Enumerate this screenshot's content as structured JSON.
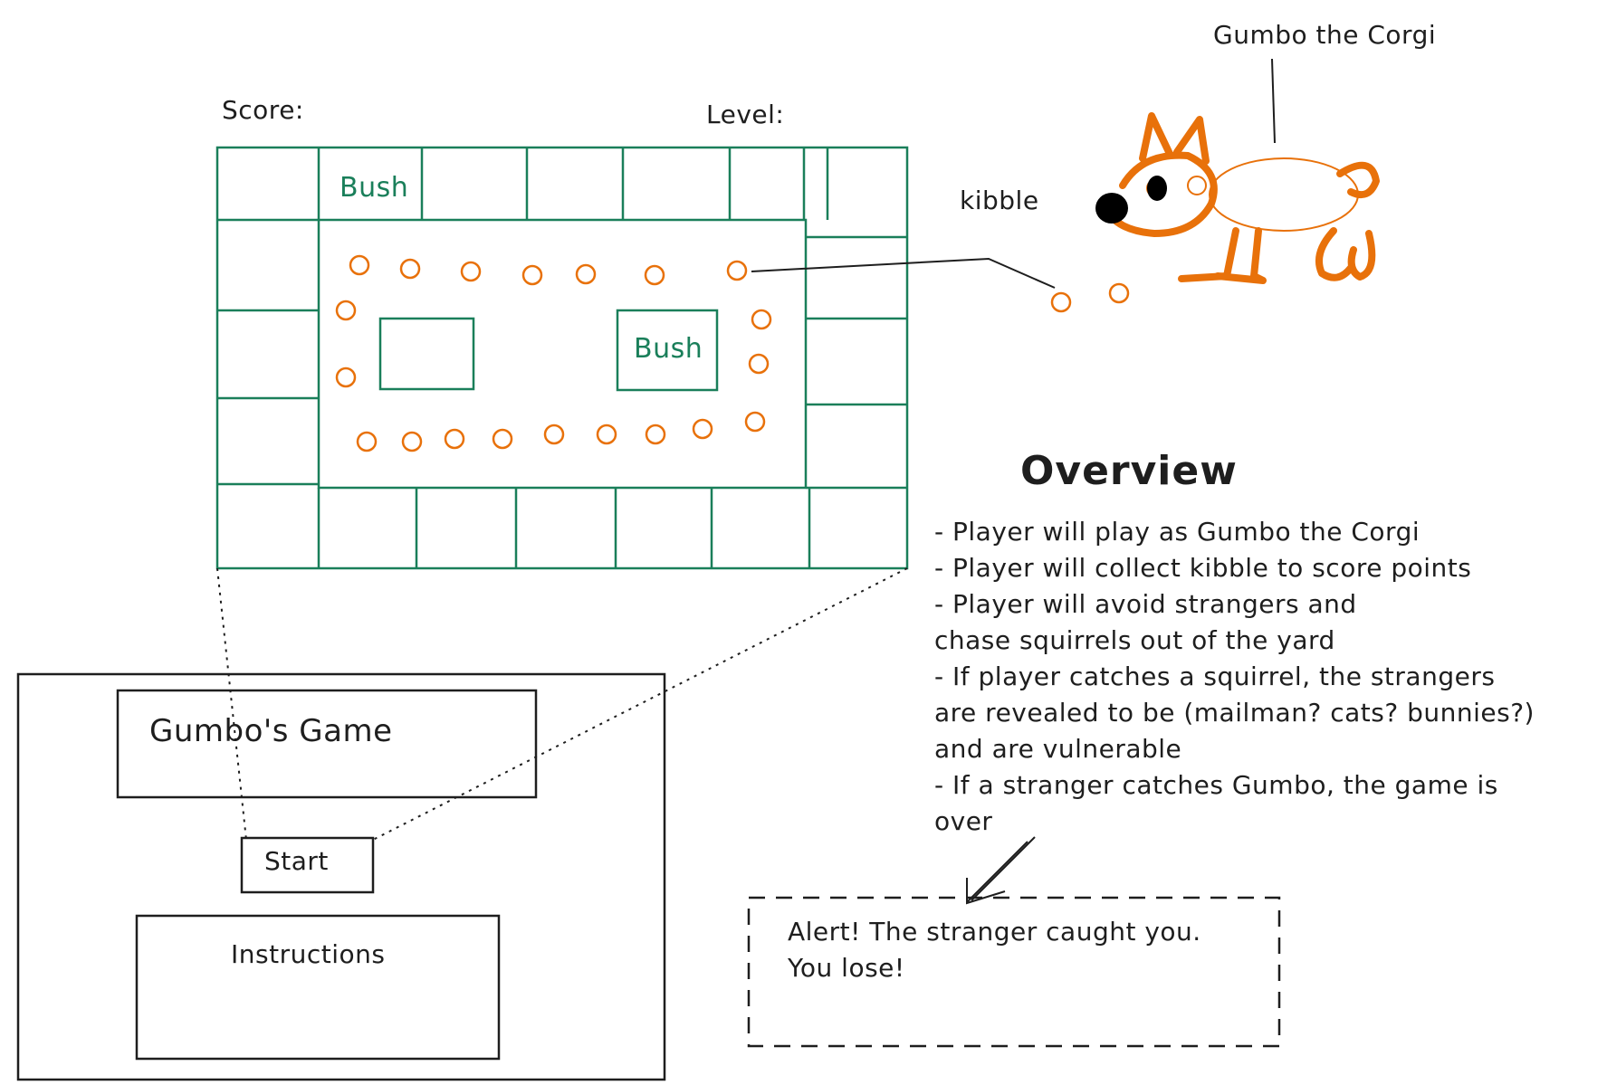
{
  "hud": {
    "score_label": "Score:",
    "level_label": "Level:"
  },
  "board": {
    "bush_label_top": "Bush",
    "bush_label_center": "Bush",
    "color": "#1a7f5a",
    "kibble_color": "#e8710a"
  },
  "callouts": {
    "kibble_label": "kibble",
    "corgi_label": "Gumbo the Corgi"
  },
  "overview": {
    "title": "Overview",
    "lines": [
      "- Player will play as Gumbo the Corgi",
      "- Player will collect kibble to score points",
      "- Player will avoid strangers and",
      "chase squirrels out of the yard",
      "- If player catches a squirrel, the strangers",
      "are revealed to be (mailman? cats? bunnies?)",
      "and are vulnerable",
      "- If a stranger catches Gumbo, the game is",
      "over"
    ]
  },
  "menu": {
    "title": "Gumbo's Game",
    "start_label": "Start",
    "instructions_label": "Instructions"
  },
  "alert": {
    "line1": "Alert! The stranger caught you.",
    "line2": "You lose!"
  },
  "icons": {
    "corgi": "corgi-icon",
    "kibble": "kibble-icon"
  }
}
